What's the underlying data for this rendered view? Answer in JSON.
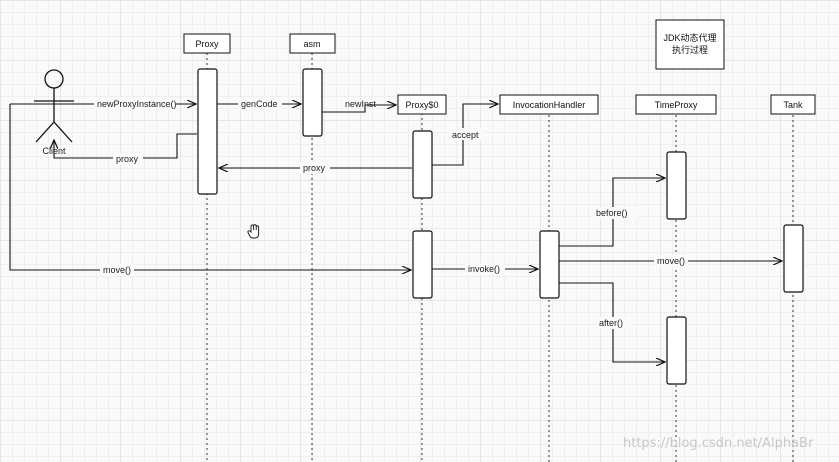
{
  "participants": {
    "client": "Client",
    "proxy": "Proxy",
    "asm": "asm",
    "proxy0": "Proxy$0",
    "invocation_handler": "InvocationHandler",
    "time_proxy": "TimeProxy",
    "tank": "Tank"
  },
  "note": {
    "line1": "JDK动态代理",
    "line2": "执行过程"
  },
  "messages": {
    "new_proxy_instance": "newProxyInstance()",
    "gen_code": "genCode",
    "new_inst": "newInst",
    "accept": "accept",
    "proxy_return_client": "proxy",
    "proxy_return": "proxy",
    "move_client": "move()",
    "invoke": "invoke()",
    "before": "before()",
    "move_tank": "move()",
    "after": "after()"
  },
  "watermark": "https://blog.csdn.net/AlphaBr"
}
